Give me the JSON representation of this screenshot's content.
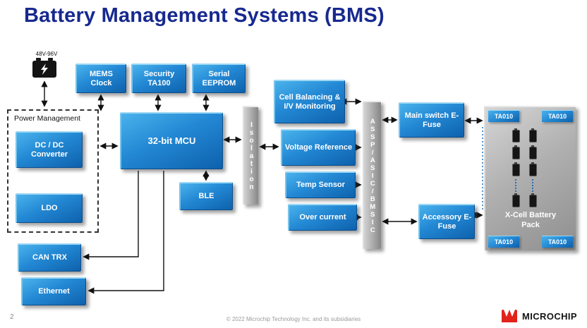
{
  "title": "Battery Management Systems (BMS)",
  "page_number": "2",
  "copyright": "© 2022 Microchip Technology Inc. and its subsidiaries",
  "logo_text": "MICROCHIP",
  "colors": {
    "title_blue": "#17298f",
    "box_blue": "#1e7bc8",
    "bar_gray": "#9a9a9a",
    "logo_red": "#e2231a"
  },
  "battery_input_label": "48V-96V",
  "power_management": {
    "title": "Power Management",
    "dcdc": "DC / DC Converter",
    "ldo": "LDO"
  },
  "top_row": {
    "mems": "MEMS Clock",
    "security": "Security TA100",
    "eeprom": "Serial EEPROM"
  },
  "mcu": "32-bit MCU",
  "ble": "BLE",
  "isolation": "Isolation",
  "afe": {
    "cell_balancing": "Cell Balancing & I/V Monitoring",
    "voltage_reference": "Voltage Reference",
    "temp_sensor": "Temp Sensor",
    "over_current": "Over current"
  },
  "assp": "ASSP/ASIC/BMSIC",
  "main_efuse": "Main switch E-Fuse",
  "accessory_efuse": "Accessory E-Fuse",
  "pack": {
    "title": "X-Cell Battery Pack",
    "corners": [
      "TA010",
      "TA010",
      "TA010",
      "TA010"
    ]
  },
  "can": "CAN TRX",
  "ethernet": "Ethernet"
}
